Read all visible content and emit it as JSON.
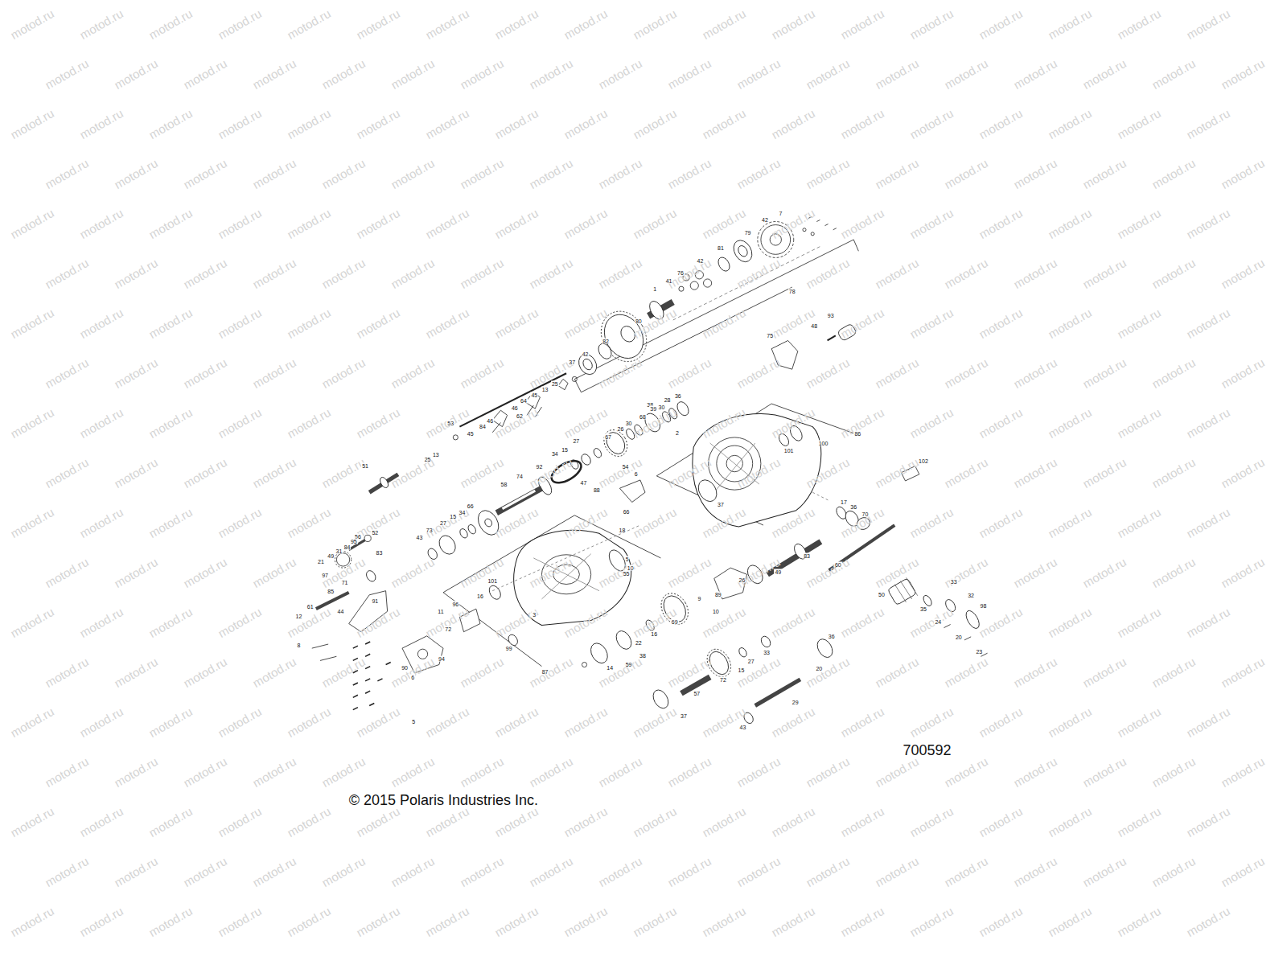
{
  "diagram": {
    "labels": [
      "motod.ru",
      "motod.ru",
      "motod.ru",
      "motod.ru",
      "motod.ru",
      "motod.ru",
      "motod.ru",
      "motod.ru",
      "motod.ru",
      "motod.ru",
      "motod.ru",
      "motod.ru",
      "motod.ru",
      "motod.ru",
      "motod.ru",
      "motod.ru",
      "motod.ru",
      "motod.ru",
      "motod.ru",
      "motod.ru",
      "motod.ru",
      "motod.ru",
      "motod.ru",
      "motod.ru",
      "motod.ru",
      "motod.ru",
      "motod.ru",
      "motod.ru",
      "motod.ru",
      "motod.ru",
      "motod.ru",
      "motod.ru",
      "motod.ru",
      "motod.ru",
      "motod.ru",
      "motod.ru",
      "motod.ru",
      "motod.ru",
      "motod.ru",
      "motod.ru",
      "motod.ru",
      "motod.ru",
      "motod.ru",
      "motod.ru",
      "motod.ru",
      "motod.ru",
      "motod.ru",
      "motod.ru",
      "motod.ru",
      "motod.ru",
      "motod.ru",
      "motod.ru",
      "motod.ru",
      "motod.ru",
      "motod.ru",
      "motod.ru",
      "motod.ru",
      "motod.ru",
      "motod.ru",
      "motod.ru",
      "motod.ru",
      "motod.ru",
      "motod.ru",
      "motod.ru",
      "motod.ru",
      "motod.ru",
      "motod.ru",
      "motod.ru",
      "motod.ru",
      "motod.ru",
      "motod.ru",
      "motod.ru",
      "motod.ru",
      "motod.ru",
      "motod.ru",
      "motod.ru",
      "motod.ru",
      "motod.ru",
      "motod.ru",
      "motod.ru",
      "motod.ru",
      "motod.ru",
      "motod.ru",
      "motod.ru",
      "motod.ru",
      "motod.ru",
      "motod.ru",
      "motod.ru",
      "motod.ru",
      "motod.ru",
      "motod.ru",
      "motod.ru",
      "motod.ru",
      "motod.ru",
      "motod.ru",
      "motod.ru",
      "motod.ru",
      "motod.ru",
      "motod.ru",
      "motod.ru",
      "motod.ru",
      "motod.ru",
      "motod.ru",
      "motod.ru",
      "motod.ru",
      "motod.ru",
      "motod.ru",
      "motod.ru",
      "motod.ru",
      "motod.ru",
      "motod.ru",
      "motod.ru",
      "motod.ru",
      "motod.ru",
      "motod.ru",
      "motod.ru",
      "motod.ru",
      "motod.ru",
      "motod.ru",
      "motod.ru",
      "motod.ru",
      "motod.ru",
      "motod.ru",
      "motod.ru",
      "motod.ru",
      "motod.ru",
      "motod.ru",
      "motod.ru",
      "motod.ru",
      "motod.ru",
      "motod.ru",
      "motod.ru",
      "motod.ru",
      "motod.ru",
      "motod.ru",
      "motod.ru",
      "motod.ru",
      "motod.ru",
      "motod.ru",
      "motod.ru",
      "motod.ru",
      "motod.ru",
      "motod.ru",
      "motod.ru",
      "motod.ru",
      "motod.ru",
      "motod.ru",
      "motod.ru",
      "motod.ru",
      "motod.ru",
      "motod.ru",
      "motod.ru",
      "motod.ru",
      "motod.ru",
      "motod.ru",
      "motod.ru",
      "motod.ru",
      "motod.ru",
      "motod.ru",
      "motod.ru",
      "motod.ru",
      "motod.ru",
      "motod.ru",
      "motod.ru",
      "motod.ru",
      "motod.ru",
      "motod.ru",
      "motod.ru",
      "motod.ru",
      "motod.ru",
      "motod.ru",
      "motod.ru",
      "motod.ru",
      "motod.ru",
      "motod.ru",
      "motod.ru",
      "motod.ru",
      "motod.ru",
      "motod.ru",
      "motod.ru",
      "motod.ru",
      "motod.ru",
      "motod.ru",
      "motod.ru",
      "motod.ru",
      "motod.ru",
      "motod.ru",
      "motod.ru",
      "motod.ru",
      "motod.ru",
      "motod.ru",
      "motod.ru",
      "motod.ru",
      "motod.ru",
      "motod.ru",
      "motod.ru",
      "motod.ru",
      "motod.ru",
      "motod.ru",
      "motod.ru",
      "motod.ru",
      "motod.ru",
      "motod.ru",
      "motod.ru",
      "motod.ru",
      "motod.ru",
      "motod.ru",
      "motod.ru",
      "motod.ru",
      "motod.ru",
      "motod.ru",
      "motod.ru",
      "motod.ru",
      "motod.ru",
      "motod.ru",
      "motod.ru",
      "motod.ru",
      "motod.ru",
      "motod.ru",
      "motod.ru",
      "motod.ru",
      "motod.ru",
      "motod.ru",
      "motod.ru",
      "motod.ru",
      "motod.ru",
      "motod.ru",
      "motod.ru",
      "motod.ru",
      "motod.ru",
      "motod.ru",
      "motod.ru",
      "motod.ru",
      "motod.ru",
      "motod.ru",
      "motod.ru",
      "motod.ru",
      "motod.ru",
      "motod.ru",
      "motod.ru",
      "motod.ru",
      "motod.ru",
      "motod.ru",
      "motod.ru",
      "motod.ru",
      "motod.ru",
      "motod.ru",
      "motod.ru",
      "motod.ru",
      "motod.ru",
      "motod.ru",
      "motod.ru",
      "motod.ru",
      "motod.ru",
      "motod.ru",
      "motod.ru",
      "motod.ru",
      "motod.ru",
      "motod.ru",
      "motod.ru",
      "motod.ru",
      "motod.ru",
      "motod.ru",
      "motod.ru",
      "motod.ru",
      "motod.ru",
      "motod.ru",
      "motod.ru",
      "motod.ru",
      "motod.ru",
      "motod.ru",
      "motod.ru",
      "motod.ru",
      "motod.ru",
      "motod.ru",
      "motod.ru",
      "motod.ru",
      "motod.ru",
      "motod.ru",
      "motod.ru",
      "motod.ru",
      "motod.ru",
      "motod.ru",
      "motod.ru",
      "motod.ru",
      "motod.ru",
      "motod.ru",
      "motod.ru",
      "motod.ru",
      "motod.ru",
      "motod.ru",
      "motod.ru",
      "motod.ru",
      "motod.ru",
      "motod.ru",
      "motod.ru",
      "motod.ru",
      "motod.ru",
      "motod.ru",
      "motod.ru",
      "motod.ru",
      "motod.ru",
      "motod.ru",
      "motod.ru",
      "motod.ru",
      "motod.ru",
      "motod.ru",
      "motod.ru",
      "motod.ru",
      "motod.ru",
      "motod.ru",
      "motod.ru",
      "motod.ru",
      "motod.ru",
      "motod.ru",
      "motod.ru",
      "motod.ru",
      "motod.ru",
      "motod.ru",
      "motod.ru",
      "motod.ru",
      "motod.ru",
      "motod.ru",
      "motod.ru",
      "motod.ru",
      "motod.ru",
      "motod.ru",
      "motod.ru",
      "motod.ru",
      "motod.ru",
      "motod.ru",
      "motod.ru",
      "motod.ru",
      "motod.ru",
      "motod.ru",
      "motod.ru",
      "motod.ru",
      "motod.ru",
      "motod.ru",
      "motod.ru",
      "motod.ru",
      "motod.ru",
      "7",
      "42",
      "79",
      "81",
      "78",
      "42",
      "76",
      "41",
      "1",
      "80",
      "82",
      "42",
      "37",
      "93",
      "48",
      "75",
      "25",
      "13",
      "45",
      "64",
      "46",
      "62",
      "46",
      "84",
      "53",
      "45",
      "36",
      "28",
      "38",
      "30",
      "39",
      "68",
      "30",
      "26",
      "67",
      "27",
      "15",
      "34",
      "92",
      "74",
      "58",
      "13",
      "25",
      "51",
      "2",
      "86",
      "101",
      "100",
      "102",
      "54",
      "6",
      "47",
      "88",
      "37",
      "66",
      "66",
      "34",
      "15",
      "27",
      "73",
      "43",
      "18",
      "5",
      "10",
      "55",
      "17",
      "36",
      "70",
      "83",
      "49",
      "26",
      "60",
      "89",
      "9",
      "10",
      "50",
      "33",
      "32",
      "35",
      "24",
      "98",
      "20",
      "23",
      "69",
      "16",
      "22",
      "38",
      "59",
      "14",
      "36",
      "33",
      "27",
      "15",
      "72",
      "20",
      "57",
      "29",
      "37",
      "43",
      "101",
      "16",
      "96",
      "11",
      "3",
      "72",
      "99",
      "87",
      "52",
      "56",
      "95",
      "84",
      "31",
      "49",
      "21",
      "83",
      "97",
      "71",
      "85",
      "61",
      "91",
      "44",
      "12",
      "8",
      "94",
      "90",
      "6",
      "5",
      "700592",
      "© 2015 Polaris Industries Inc."
    ]
  }
}
